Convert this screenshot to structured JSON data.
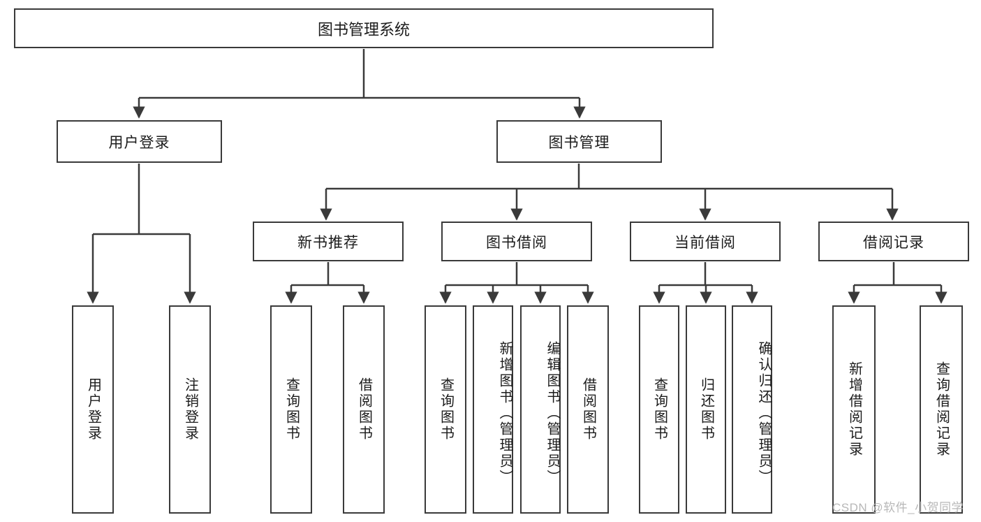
{
  "diagram": {
    "type": "tree",
    "title": "图书管理系统",
    "root": {
      "id": "root",
      "label": "图书管理系统"
    },
    "level2": [
      {
        "id": "user-login",
        "label": "用户登录"
      },
      {
        "id": "book-manage",
        "label": "图书管理"
      }
    ],
    "level3": [
      {
        "id": "new-book-rec",
        "label": "新书推荐",
        "parent": "book-manage"
      },
      {
        "id": "book-borrow",
        "label": "图书借阅",
        "parent": "book-manage"
      },
      {
        "id": "current-borrow",
        "label": "当前借阅",
        "parent": "book-manage"
      },
      {
        "id": "borrow-record",
        "label": "借阅记录",
        "parent": "book-manage"
      }
    ],
    "leaves": [
      {
        "id": "leaf-user-login",
        "label": "用户登录",
        "parent": "user-login"
      },
      {
        "id": "leaf-logout",
        "label": "注销登录",
        "parent": "user-login"
      },
      {
        "id": "leaf-query-book-1",
        "label": "查询图书",
        "parent": "new-book-rec"
      },
      {
        "id": "leaf-borrow-book-1",
        "label": "借阅图书",
        "parent": "new-book-rec"
      },
      {
        "id": "leaf-query-book-2",
        "label": "查询图书",
        "parent": "book-borrow"
      },
      {
        "id": "leaf-add-book",
        "label": "新增图书（管理员）",
        "parent": "book-borrow"
      },
      {
        "id": "leaf-edit-book",
        "label": "编辑图书（管理员）",
        "parent": "book-borrow"
      },
      {
        "id": "leaf-borrow-book-2",
        "label": "借阅图书",
        "parent": "book-borrow"
      },
      {
        "id": "leaf-query-book-3",
        "label": "查询图书",
        "parent": "current-borrow"
      },
      {
        "id": "leaf-return-book",
        "label": "归还图书",
        "parent": "current-borrow"
      },
      {
        "id": "leaf-confirm-return",
        "label": "确认归还（管理员）",
        "parent": "current-borrow"
      },
      {
        "id": "leaf-add-record",
        "label": "新增借阅记录",
        "parent": "borrow-record"
      },
      {
        "id": "leaf-query-record",
        "label": "查询借阅记录",
        "parent": "borrow-record"
      }
    ],
    "colors": {
      "box_stroke": "#3a3a3a",
      "box_fill": "#ffffff",
      "connector": "#3a3a3a",
      "text": "#1b1b1b",
      "watermark": "#b8b8b8"
    }
  },
  "watermark": {
    "text": "CSDN @软件_小贺同学"
  }
}
